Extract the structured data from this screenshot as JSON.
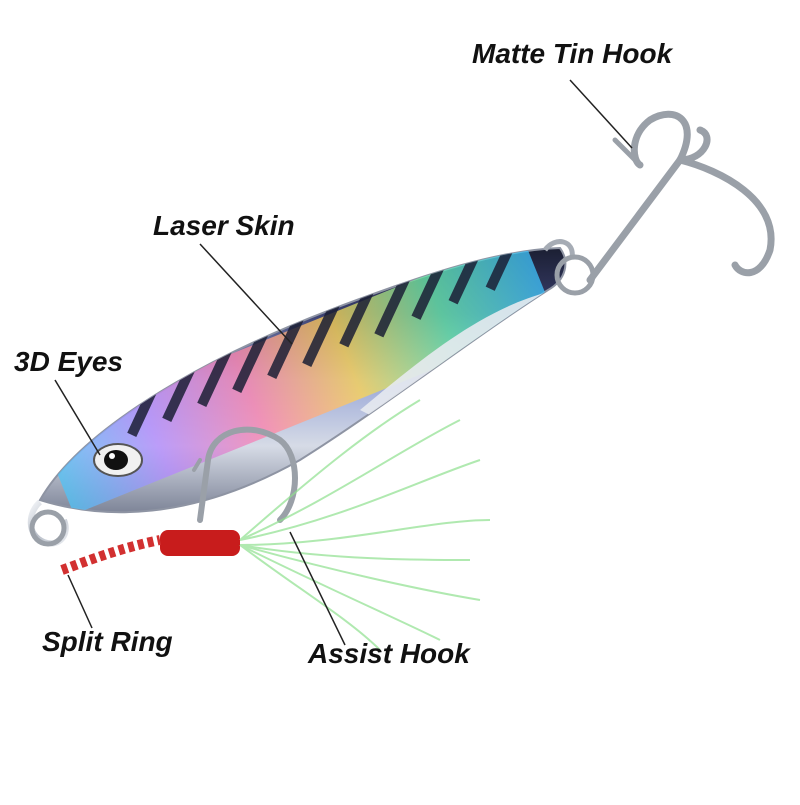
{
  "labels": {
    "matte_tin_hook": "Matte Tin Hook",
    "laser_skin": "Laser Skin",
    "eyes_3d": "3D Eyes",
    "split_ring": "Split Ring",
    "assist_hook": "Assist Hook"
  },
  "colors": {
    "background": "#ffffff",
    "label_text": "#111111",
    "leader_line": "#222222",
    "hook_metal": "#9aa0a8",
    "body_silver": "#c9ced6",
    "body_dark": "#2a2f4a",
    "thread_red": "#c81c1c",
    "skirt_green": "#8fe08f"
  },
  "icons": {
    "lure": "fishing-jig-lure",
    "treble_hook": "treble-hook-icon",
    "assist_hook": "single-hook-icon",
    "split_ring": "ring-icon",
    "eye": "eye-icon"
  }
}
